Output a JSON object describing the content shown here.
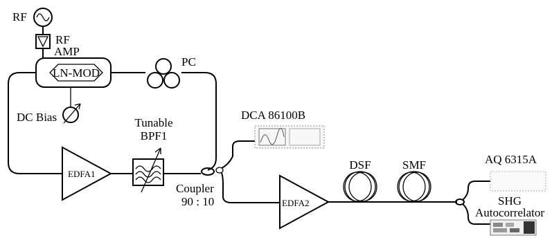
{
  "labels": {
    "rf": "RF",
    "rf_amp_line1": "RF",
    "rf_amp_line2": "AMP",
    "ln_mod": "LN-MOD",
    "pc": "PC",
    "dc_bias": "DC Bias",
    "tunable_line1": "Tunable",
    "tunable_line2": "BPF1",
    "edfa1": "EDFA1",
    "coupler_line1": "Coupler",
    "coupler_line2": "90 : 10",
    "dca": "DCA  86100B",
    "edfa2": "EDFA2",
    "dsf": "DSF",
    "smf": "SMF",
    "aq": "AQ 6315A",
    "shg_line1": "SHG",
    "shg_line2": "Autocorrelator"
  }
}
